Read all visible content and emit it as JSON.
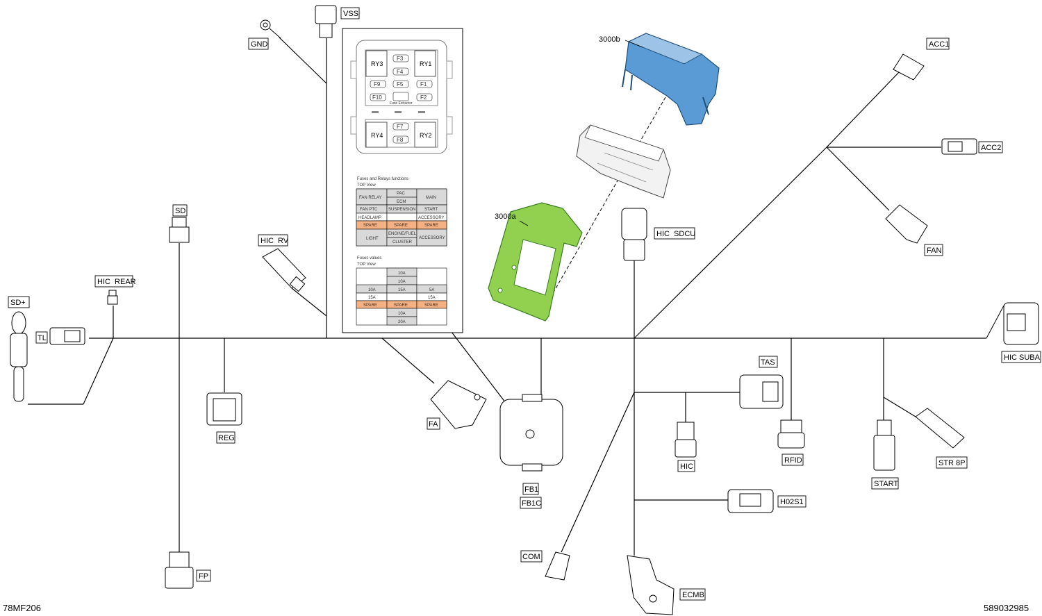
{
  "labels": {
    "vss": "VSS",
    "gnd": "GND",
    "sd": "SD",
    "hic_rv": "HIC  RV",
    "hic_rear": "HIC  REAR",
    "sd_plus": "SD+",
    "tl": "TL",
    "reg": "REG",
    "fa": "FA",
    "fb1": "FB1",
    "fb1c": "FB1C",
    "com": "COM",
    "fp": "FP",
    "ecmb": "ECMB",
    "hic": "HIC",
    "rfid": "RFID",
    "tas": "TAS",
    "h02s1": "H02S1",
    "start": "START",
    "str8p": "STR 8P",
    "hic_suba": "HIC SUBA",
    "hic_sdcu": "HIC  SDCU",
    "acc1": "ACC1",
    "acc2": "ACC2",
    "fan": "FAN",
    "part_3000a": "3000a",
    "part_3000b": "3000b"
  },
  "fusebox": {
    "relays": [
      "RY3",
      "RY1",
      "RY4",
      "RY2"
    ],
    "fuses": [
      "F3",
      "F4",
      "F9",
      "F5",
      "F1",
      "F10",
      "F2",
      "F7",
      "F8"
    ],
    "extractor": "Fuse Extractor"
  },
  "functions_table": {
    "title": "Fuses and Relays functions",
    "view": "TOP View",
    "cells": {
      "fan_relay": "FAN RELAY",
      "pac": "PAC",
      "ecm": "ECM",
      "main": "MAIN",
      "fan_ptc": "FAN PTC",
      "suspension": "SUSPENSION",
      "start": "START",
      "headlamp": "HEADLAMP",
      "accessory1": "ACCESSORY",
      "spare1": "SPARE",
      "spare2": "SPARE",
      "spare3": "SPARE",
      "light": "LIGHT",
      "engine_fuel": "ENGINE/FUEL",
      "cluster": "CLUSTER",
      "accessory2": "ACCESSORY"
    }
  },
  "values_table": {
    "title": "Fuses values",
    "view": "TOP View",
    "cells": {
      "a1": "10A",
      "a2": "10A",
      "b1": "10A",
      "b2": "15A",
      "b3": "5A",
      "c1": "15A",
      "c3": "15A",
      "s1": "SPARE",
      "s2": "SPARE",
      "s3": "SPARE",
      "d2": "10A",
      "e2": "20A"
    }
  },
  "colors": {
    "highlight": "#f4b183",
    "relay_gray": "#d9d9d9",
    "cover_blue": "#5b9bd5",
    "bracket_green": "#92d050"
  },
  "footer": {
    "left_code": "78MF206",
    "right_code": "589032985"
  }
}
